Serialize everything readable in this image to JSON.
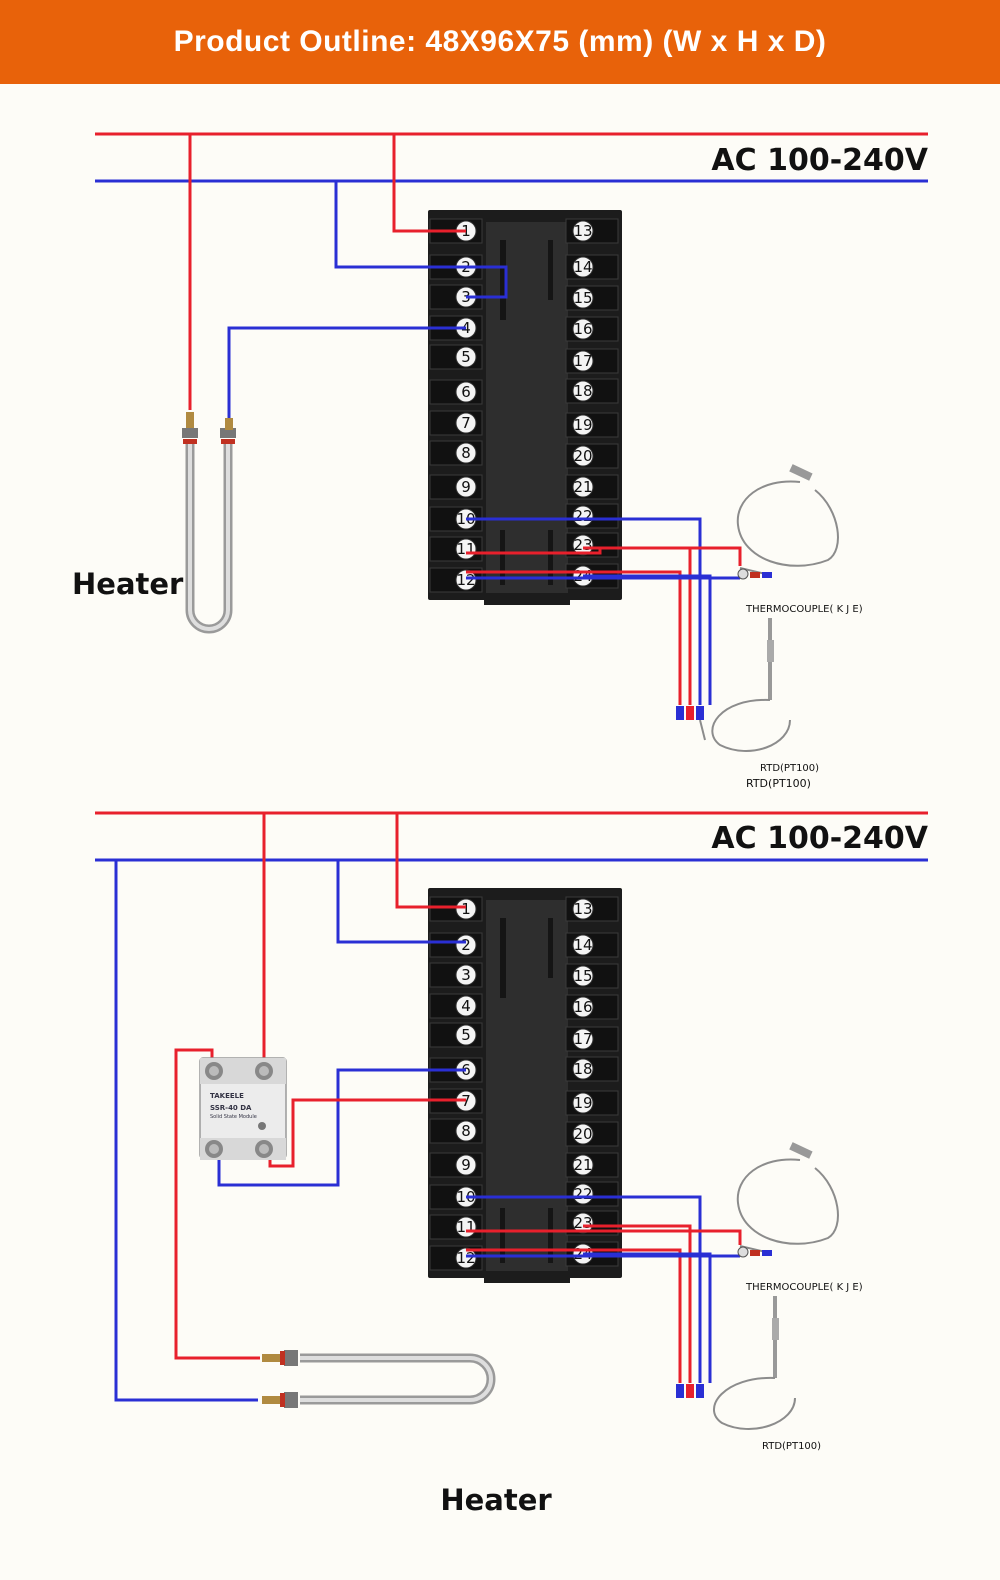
{
  "header": {
    "title": "Product Outline: 48X96X75 (mm) (W x H x D)"
  },
  "colors": {
    "header_bg": "#e8620a",
    "live_wire": "#e8202c",
    "neutral_wire": "#2a2fd4"
  },
  "diagram1": {
    "power_label": "AC 100-240V",
    "heater_label": "Heater",
    "thermocouple_label": "THERMOCOUPLE( K J E)",
    "rtd_label_1": "RTD(PT100)",
    "rtd_label_2": "RTD(PT100)"
  },
  "diagram2": {
    "power_label": "AC 100-240V",
    "heater_label": "Heater",
    "thermocouple_label": "THERMOCOUPLE( K J E)",
    "rtd_label": "RTD(PT100)",
    "ssr": {
      "brand": "TAKEELE",
      "model": "SSR-40 DA",
      "sub": "Solid State Module"
    }
  },
  "terminals_left": [
    "1",
    "2",
    "3",
    "4",
    "5",
    "6",
    "7",
    "8",
    "9",
    "10",
    "11",
    "12"
  ],
  "terminals_right": [
    "13",
    "14",
    "15",
    "16",
    "17",
    "18",
    "19",
    "20",
    "21",
    "22",
    "23",
    "24"
  ]
}
